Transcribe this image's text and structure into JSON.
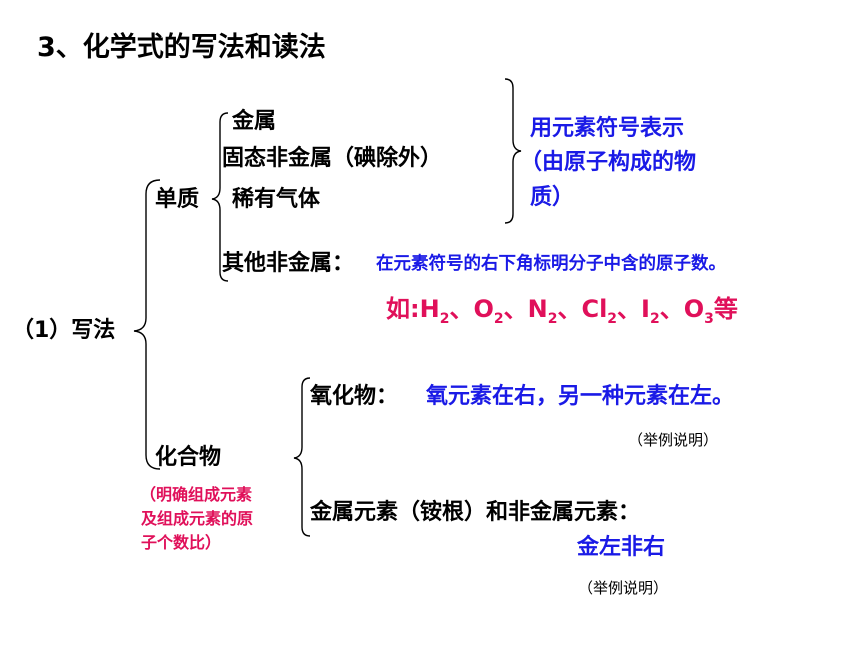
{
  "slide": {
    "title": "3、化学式的写法和读法",
    "writing_label": "（1）写法",
    "elemental": {
      "label": "单质",
      "items": [
        "金属",
        "固态非金属（碘除外）",
        "稀有气体"
      ],
      "note_line1": "用元素符号表示",
      "note_line2": "（由原子构成的物",
      "note_line3": "质）",
      "other": "其他非金属：",
      "other_rule": "在元素符号的右下角标明分子中含的原子数。",
      "example_prefix": "如:",
      "examples": [
        {
          "sym": "H",
          "sub": "2",
          "sep": "、"
        },
        {
          "sym": "O",
          "sub": "2",
          "sep": "、"
        },
        {
          "sym": "N",
          "sub": "2",
          "sep": "、"
        },
        {
          "sym": "Cl",
          "sub": "2",
          "sep": "、"
        },
        {
          "sym": "I",
          "sub": "2",
          "sep": "、"
        },
        {
          "sym": "O",
          "sub": "3",
          "sep": ""
        }
      ],
      "example_suffix": "等"
    },
    "compound": {
      "label": "化合物",
      "note_line1": "（明确组成元素",
      "note_line2": "及组成元素的原",
      "note_line3": "子个数比）",
      "oxide_label": "氧化物：",
      "oxide_rule": "氧元素在右，另一种元素在左。",
      "example_hint_1": "（举例说明）",
      "metal_nonmetal_label": "金属元素（铵根）和非金属元素：",
      "metal_nonmetal_rule": "金左非右",
      "example_hint_2": "（举例说明）"
    }
  }
}
